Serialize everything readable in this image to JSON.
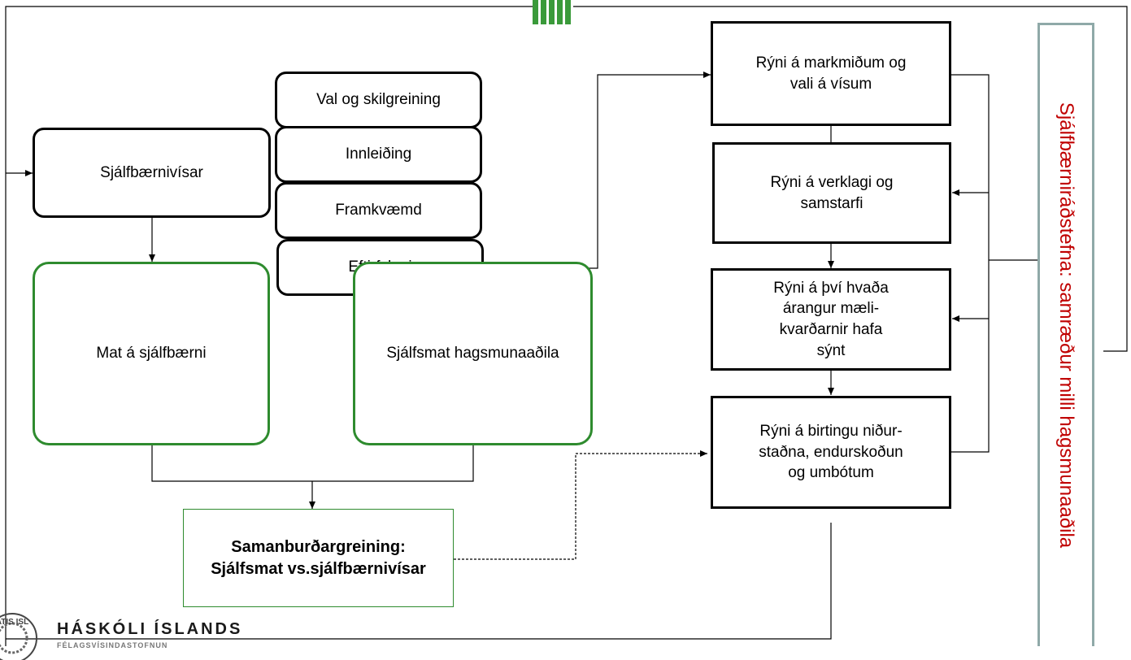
{
  "nodes": {
    "indicators": "Sjálfbærnivísar",
    "selection": "Val og skilgreining",
    "implementation": "Innleiðing",
    "execution": "Framkvæmd",
    "followup": "Eftirfylgni",
    "assessment": "Mat á sjálfbærni",
    "self_assessment": "Sjálfsmat hagsmunaaðila",
    "comparison_line1": "Samanburðargreining:",
    "comparison_line2": "Sjálfsmat vs.sjálfbærnivísar",
    "review_goals": "Rýni á markmiðum og vali á vísum",
    "review_process": "Rýni á verklagi og samstarfi",
    "review_results": "Rýni á því hvaða árangur mæli-kvarðarnir hafa sýnt",
    "review_publication": "Rýni á birtingu niður-staðna, endurskoðun og umbótum"
  },
  "side_panel": {
    "text": "Sjálfbærniráðstefna:  samræður milli hagsmunaaðila"
  },
  "footer": {
    "brand": "HÁSKÓLI ÍSLANDS",
    "subtitle": "FÉLAGSVÍSINDASTOFNUN",
    "seal_text": "ATIS ISL"
  },
  "colors": {
    "green_border": "#2e8b2e",
    "side_text": "#c00000",
    "side_border": "#8fa9a8",
    "logo_green": "#3a9a3a"
  }
}
